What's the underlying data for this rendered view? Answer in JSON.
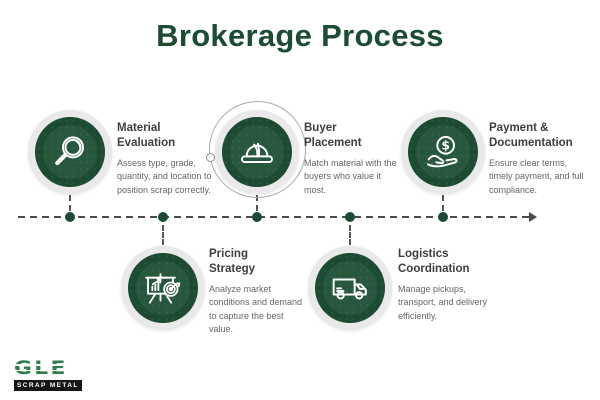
{
  "title": "Brokerage Process",
  "colors": {
    "accent_green": "#1d4a33",
    "title_green": "#1c4c31",
    "ring_gray": "#e9e9e9",
    "dot_green": "#1d4a33",
    "logo_green": "#2e7d4c"
  },
  "steps": [
    {
      "icon": "magnifier-icon",
      "title": "Material\nEvaluation",
      "description": "Assess type, grade,\nquantity, and location to\nposition scrap correctly."
    },
    {
      "icon": "hard-hat-icon",
      "title": "Buyer\nPlacement",
      "description": "Match material with the\nbuyers who value it\nmost."
    },
    {
      "icon": "hand-coin-icon",
      "title": "Payment &\nDocumentation",
      "description": "Ensure clear terms,\ntimely payment, and full\ncompliance."
    },
    {
      "icon": "chart-target-icon",
      "title": "Pricing\nStrategy",
      "description": "Analyze market\nconditions and demand\nto capture the best\nvalue."
    },
    {
      "icon": "truck-icon",
      "title": "Logistics\nCoordination",
      "description": "Manage pickups,\ntransport, and delivery\nefficiently."
    }
  ],
  "logo": {
    "name": "GLE",
    "tagline": "SCRAP METAL"
  }
}
